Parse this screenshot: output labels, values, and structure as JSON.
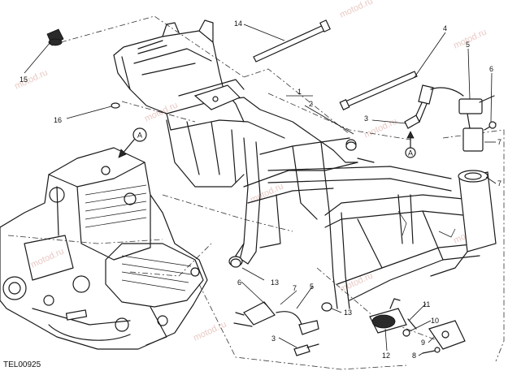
{
  "diagram": {
    "code": "TEL00925",
    "watermark": "motod.ru",
    "refA": "A",
    "callouts": {
      "c1": "1",
      "c2": "2",
      "c3a": "3",
      "c3b": "3",
      "c4": "4",
      "c5a": "5",
      "c5b": "5",
      "c6a": "6",
      "c6b": "6",
      "c7a": "7",
      "c7b": "7",
      "c8": "8",
      "c9": "9",
      "c10": "10",
      "c11": "11",
      "c12": "12",
      "c13a": "13",
      "c13b": "13",
      "c14": "14",
      "c15": "15",
      "c16": "16"
    }
  }
}
